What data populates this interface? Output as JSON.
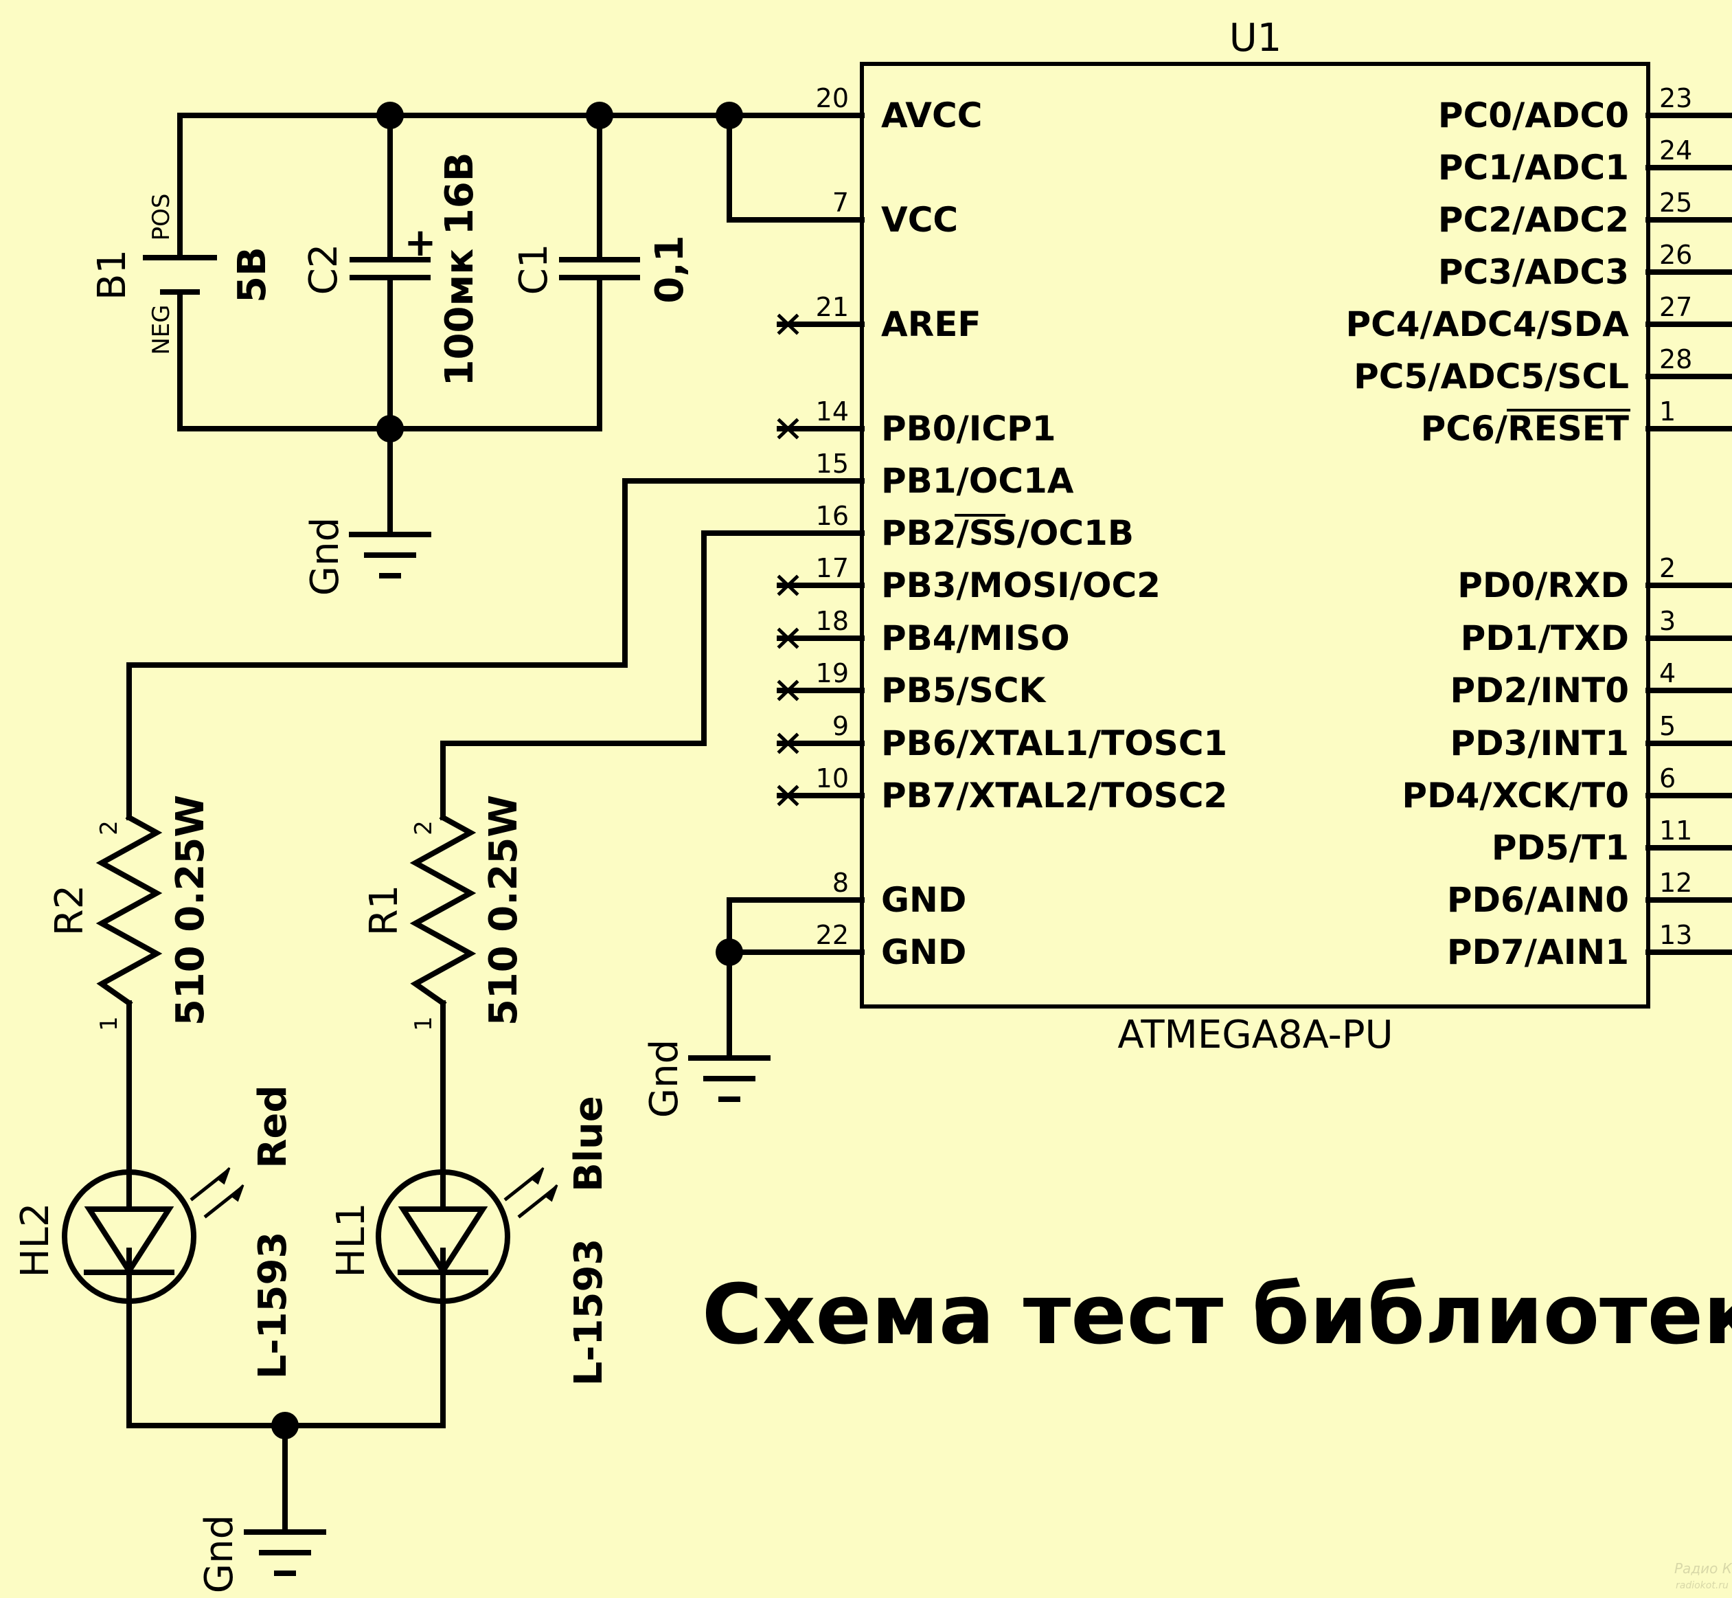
{
  "chip": {
    "ref": "U1",
    "part": "ATMEGA8A-PU",
    "left_pins": [
      {
        "num": "20",
        "name": "AVCC"
      },
      {
        "num": "7",
        "name": "VCC"
      },
      {
        "num": "21",
        "name": "AREF"
      },
      {
        "num": "14",
        "name": "PB0/ICP1"
      },
      {
        "num": "15",
        "name": "PB1/OC1A"
      },
      {
        "num": "16",
        "name": "PB2/SS/OC1B"
      },
      {
        "num": "17",
        "name": "PB3/MOSI/OC2"
      },
      {
        "num": "18",
        "name": "PB4/MISO"
      },
      {
        "num": "19",
        "name": "PB5/SCK"
      },
      {
        "num": "9",
        "name": "PB6/XTAL1/TOSC1"
      },
      {
        "num": "10",
        "name": "PB7/XTAL2/TOSC2"
      },
      {
        "num": "8",
        "name": "GND"
      },
      {
        "num": "22",
        "name": "GND"
      }
    ],
    "right_pins": [
      {
        "num": "23",
        "name": "PC0/ADC0"
      },
      {
        "num": "24",
        "name": "PC1/ADC1"
      },
      {
        "num": "25",
        "name": "PC2/ADC2"
      },
      {
        "num": "26",
        "name": "PC3/ADC3"
      },
      {
        "num": "27",
        "name": "PC4/ADC4/SDA"
      },
      {
        "num": "28",
        "name": "PC5/ADC5/SCL"
      },
      {
        "num": "1",
        "name": "PC6/RESET"
      },
      {
        "num": "2",
        "name": "PD0/RXD"
      },
      {
        "num": "3",
        "name": "PD1/TXD"
      },
      {
        "num": "4",
        "name": "PD2/INT0"
      },
      {
        "num": "5",
        "name": "PD3/INT1"
      },
      {
        "num": "6",
        "name": "PD4/XCK/T0"
      },
      {
        "num": "11",
        "name": "PD5/T1"
      },
      {
        "num": "12",
        "name": "PD6/AIN0"
      },
      {
        "num": "13",
        "name": "PD7/AIN1"
      }
    ]
  },
  "battery": {
    "ref": "B1",
    "value": "5B",
    "pos_label": "POS",
    "neg_label": "NEG"
  },
  "c2": {
    "ref": "C2",
    "value": "100мк 16B",
    "polarity": "+"
  },
  "c1": {
    "ref": "C1",
    "value": "0,1"
  },
  "r2": {
    "ref": "R2",
    "value": "510 0.25W",
    "pin1": "1",
    "pin2": "2"
  },
  "r1": {
    "ref": "R1",
    "value": "510 0.25W",
    "pin1": "1",
    "pin2": "2"
  },
  "hl2": {
    "ref": "HL2",
    "part": "L-1593",
    "color": "Red"
  },
  "hl1": {
    "ref": "HL1",
    "part": "L-1593",
    "color": "Blue"
  },
  "gnd_label": "Gnd",
  "title": "Схема тест библиотеки F",
  "watermark": {
    "line1": "Радио КОТ",
    "line2": "radiokot.ru"
  },
  "colors": {
    "background": "#fcfcc4",
    "ink": "#000000"
  }
}
